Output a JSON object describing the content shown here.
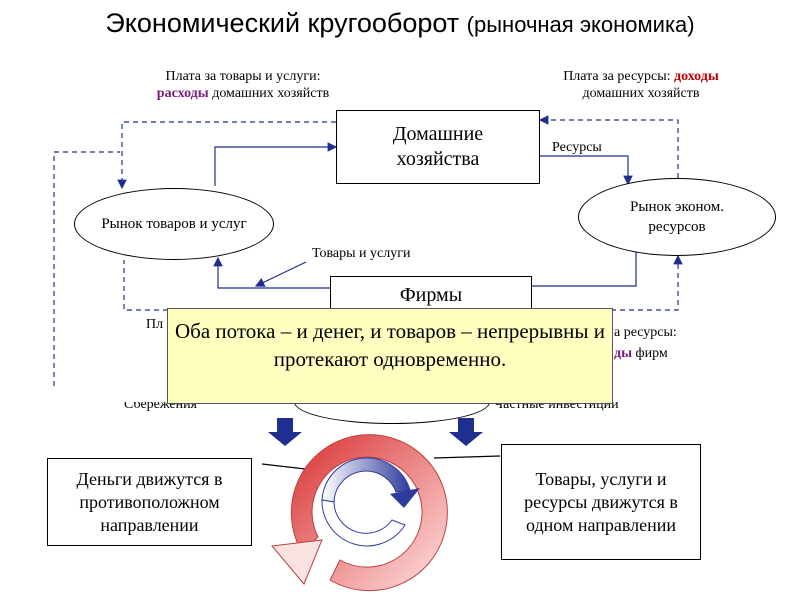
{
  "title": {
    "main": "Экономический  кругооборот",
    "paren": "(рыночная экономика)"
  },
  "labels": {
    "top_left_line1": "Плата за товары и услуги:",
    "top_left_accent": "расходы",
    "top_left_rest": " домашних хозяйств",
    "top_right_line1": "Плата за ресурсы: ",
    "top_right_accent": "доходы",
    "top_right_line2": "домашних хозяйств",
    "resources": "Ресурсы",
    "goods_services": "Товары и услуги",
    "bottom_left_partial": "Пл",
    "bottom_right_partial": "а ресурсы:",
    "bottom_right_accent_partial": "ды",
    "bottom_right_rest": " фирм",
    "savings_partial": "Сбережения",
    "investments_partial": "Частные инвестиции"
  },
  "nodes": {
    "households": "Домашние хозяйства",
    "goods_market": "Рынок товаров и услуг",
    "resource_market": "Рынок эконом. ресурсов",
    "firms": "Фирмы"
  },
  "callout": "Оба потока – и денег, и товаров – непрерывны и протекают одновременно.",
  "notes": {
    "money": "Деньги движутся в противоположном направлении",
    "goods": "Товары, услуги и ресурсы движутся в одном направлении"
  },
  "colors": {
    "accent_purple": "#7b1a7b",
    "accent_red": "#c00000",
    "flow_blue": "#1f2f8f",
    "callout_bg": "#ffffc0"
  }
}
